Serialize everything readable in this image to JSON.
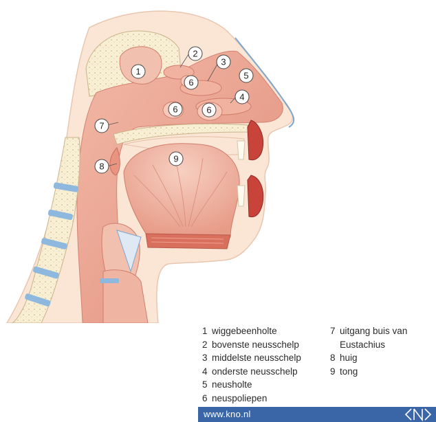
{
  "diagram": {
    "markers": [
      "1",
      "2",
      "3",
      "4",
      "5",
      "6",
      "6",
      "6",
      "7",
      "8",
      "9"
    ]
  },
  "legend": {
    "col1": [
      {
        "num": "1",
        "text": "wiggebeenholte"
      },
      {
        "num": "2",
        "text": "bovenste neusschelp"
      },
      {
        "num": "3",
        "text": "middelste neusschelp"
      },
      {
        "num": "4",
        "text": "onderste neusschelp"
      },
      {
        "num": "5",
        "text": "neusholte"
      },
      {
        "num": "6",
        "text": "neuspoliepen"
      }
    ],
    "col2": [
      {
        "num": "7",
        "text": "uitgang buis van"
      },
      {
        "num": "",
        "text": "Eustachius"
      },
      {
        "num": "8",
        "text": "huig"
      },
      {
        "num": "9",
        "text": "tong"
      }
    ]
  },
  "footer": {
    "url": "www.kno.nl",
    "logo_icon": "kno-logo-icon"
  },
  "colors": {
    "skin": "#fbe6d6",
    "tissue": "#eea593",
    "tissue_dark": "#d9705e",
    "bone": "#f7eed3",
    "cartilage_blue": "#8fb8df",
    "footer_blue": "#3a66a8"
  }
}
